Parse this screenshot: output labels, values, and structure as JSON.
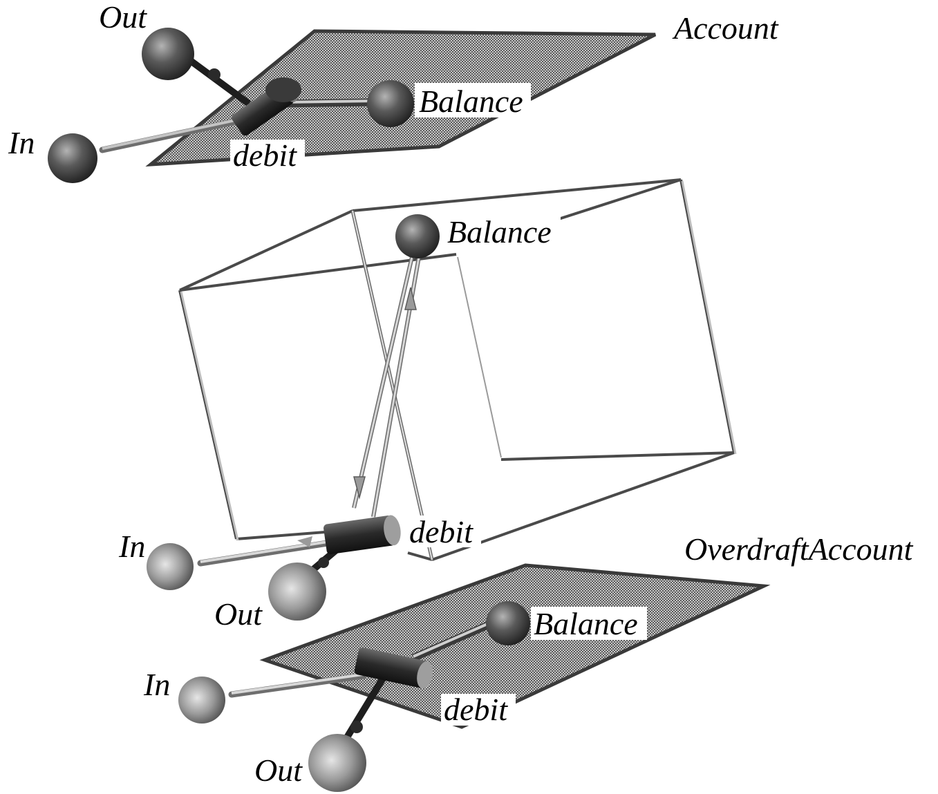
{
  "colors": {
    "background": "#ffffff",
    "plane_fill": "#9a9a9a",
    "plane_edge": "#3a3a3a",
    "sphere_dark": "#3c3c3c",
    "sphere_light": "#8a8a8a",
    "arrow_grey": "#b8b8b8",
    "cylinder": "#2a2a2a",
    "connector": "#6a6a6a"
  },
  "top_plane": {
    "class_name": "Account",
    "out_label": "Out",
    "in_label": "In",
    "balance_label": "Balance",
    "debit_label": "debit"
  },
  "middle_box": {
    "balance_label": "Balance",
    "debit_label": "debit",
    "in_label": "In",
    "out_label": "Out"
  },
  "bottom_plane": {
    "class_name": "OverdraftAccount",
    "balance_label": "Balance",
    "debit_label": "debit",
    "in_label": "In",
    "out_label": "Out"
  }
}
